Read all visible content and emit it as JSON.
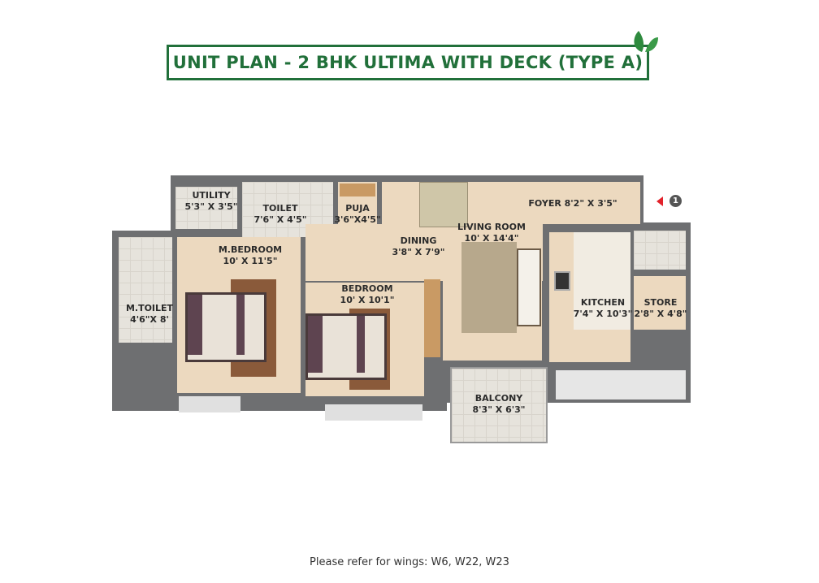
{
  "title": "UNIT PLAN - 2 BHK ULTIMA WITH DECK (TYPE A)",
  "rooms": {
    "utility": {
      "name": "UTILITY",
      "size": "5'3\" X 3'5\""
    },
    "toilet": {
      "name": "TOILET",
      "size": "7'6\" X 4'5\""
    },
    "puja": {
      "name": "PUJA",
      "size": "3'6\"X4'5\""
    },
    "dining": {
      "name": "DINING",
      "size": "3'8\" X 7'9\""
    },
    "living": {
      "name": "LIVING ROOM",
      "size": "10' X 14'4\""
    },
    "foyer": {
      "name": "FOYER 8'2\" X 3'5\""
    },
    "m_bedroom": {
      "name": "M.BEDROOM",
      "size": "10' X 11'5\""
    },
    "bedroom": {
      "name": "BEDROOM",
      "size": "10' X 10'1\""
    },
    "m_toilet": {
      "name": "M.TOILET",
      "size": "4'6\"X 8'"
    },
    "kitchen": {
      "name": "KITCHEN",
      "size": "7'4\" X 10'3\""
    },
    "store": {
      "name": "STORE",
      "size": "2'8\" X 4'8\""
    },
    "balcony": {
      "name": "BALCONY",
      "size": "8'3\" X 6'3\""
    }
  },
  "entrance_marker": "1",
  "footer": "Please refer for wings: W6, W22, W23",
  "colors": {
    "brand_green": "#21703a",
    "entrance_red": "#e2222b"
  }
}
